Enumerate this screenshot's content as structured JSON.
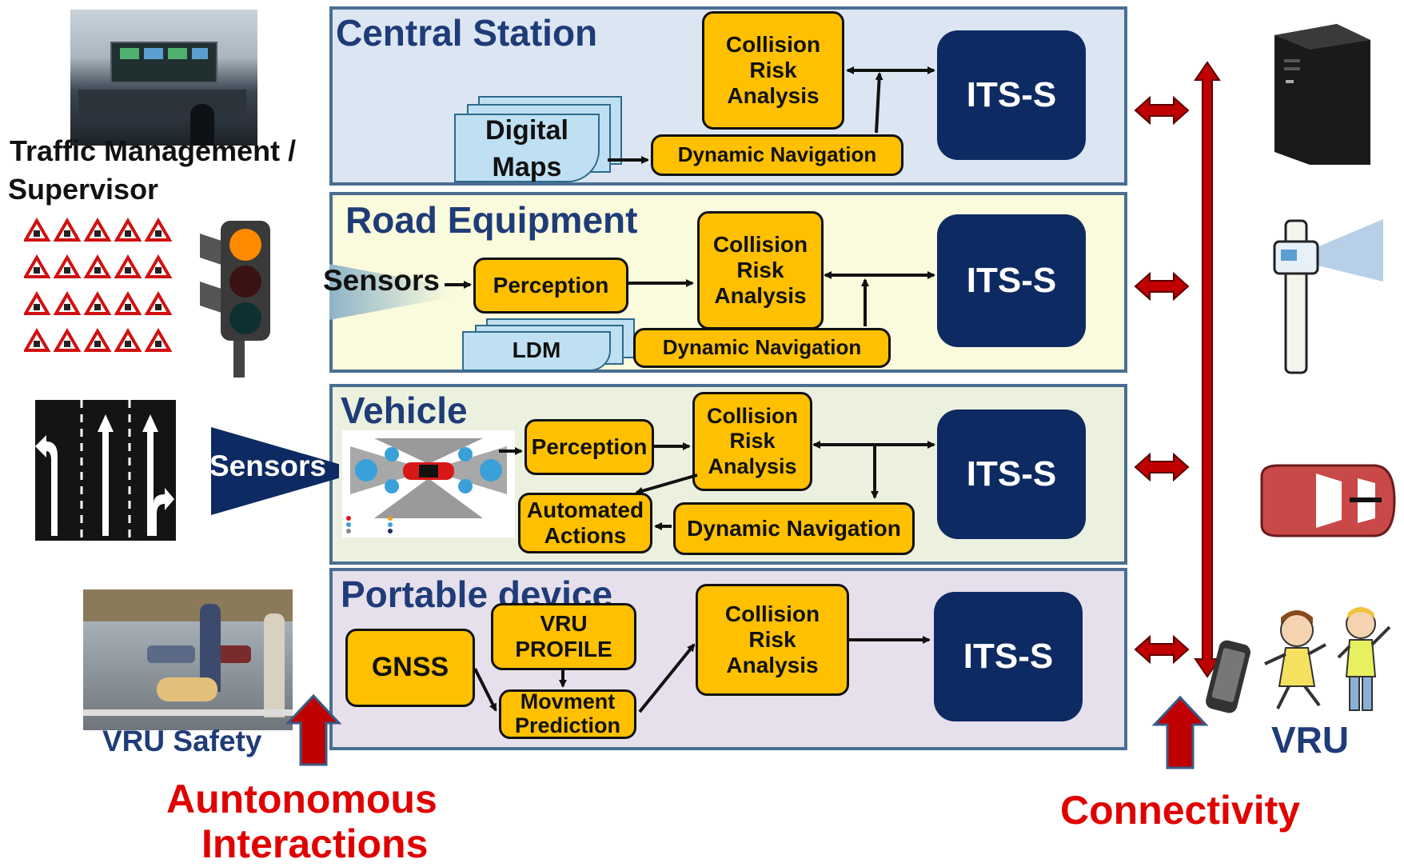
{
  "left": {
    "traffic_label_line1": "Traffic Management /",
    "traffic_label_line2": "Supervisor",
    "vru_safety": "VRU Safety",
    "autonomous_line1": "Auntonomous",
    "autonomous_line2": "Interactions"
  },
  "panels": {
    "central": {
      "title": "Central Station",
      "cra": [
        "Collision",
        "Risk",
        "Analysis"
      ],
      "maps": [
        "Digital",
        "Maps"
      ],
      "dyn": "Dynamic Navigation",
      "its": "ITS-S"
    },
    "road": {
      "title": "Road Equipment",
      "sensors": "Sensors",
      "perception": "Perception",
      "cra": [
        "Collision",
        "Risk",
        "Analysis"
      ],
      "ldm": "LDM",
      "dyn": "Dynamic Navigation",
      "its": "ITS-S"
    },
    "vehicle": {
      "title": "Vehicle",
      "sensors": "Sensors",
      "perception": "Perception",
      "cra": [
        "Collision",
        "Risk",
        "Analysis"
      ],
      "auto": [
        "Automated",
        "Actions"
      ],
      "dyn": "Dynamic Navigation",
      "its": "ITS-S"
    },
    "portable": {
      "title": "Portable device",
      "gnss": "GNSS",
      "profile": [
        "VRU",
        "PROFILE"
      ],
      "movement": [
        "Movment",
        "Prediction"
      ],
      "cra": [
        "Collision",
        "Risk",
        "Analysis"
      ],
      "its": "ITS-S"
    }
  },
  "right": {
    "vru": "VRU",
    "connectivity": "Connectivity"
  },
  "colors": {
    "central_bg": "#dce6f2",
    "road_bg": "#fafadc",
    "vehicle_bg": "#ebf1de",
    "portable_bg": "#e6e0ec",
    "module": "#ffc000",
    "its": "#0d2a62",
    "accent_red": "#e00000",
    "arrow_red": "#c00000"
  }
}
